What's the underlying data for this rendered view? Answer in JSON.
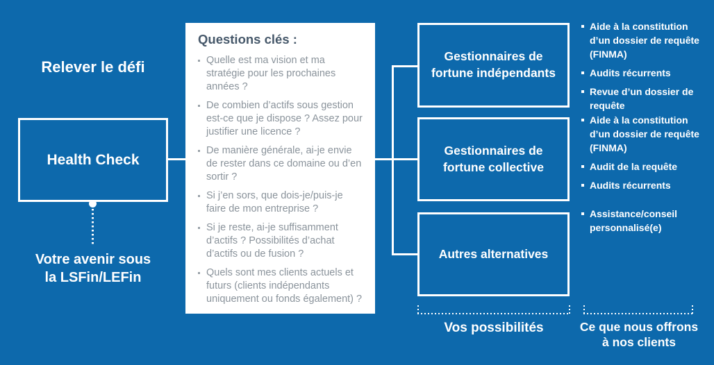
{
  "colors": {
    "background": "#0d69ac",
    "line": "#ffffff",
    "panel_background": "#ffffff",
    "panel_heading_text": "#46586a",
    "panel_body_text": "#8a939b",
    "white_text": "#ffffff"
  },
  "left_column": {
    "title": "Relever le défi",
    "health_check_label": "Health Check",
    "caption": "Votre avenir sous la LSFin/LEFin"
  },
  "questions_panel": {
    "heading": "Questions clés :",
    "items": [
      "Quelle est ma vision et ma stratégie pour les prochaines années ?",
      "De combien d’actifs sous gestion est-ce que je dispose ? Assez pour justifier une licence ?",
      "De manière générale, ai-je envie de rester dans ce domaine ou d’en sortir ?",
      "Si j’en sors, que dois-je/puis-je faire de mon entreprise ?",
      "Si je reste, ai-je suffisamment d’actifs ? Possibilités d’achat d’actifs ou de fusion ?",
      "Quels sont mes clients actuels et futurs (clients indépendants uniquement ou fonds également) ?"
    ]
  },
  "branches": [
    {
      "box_label": "Gestionnaires de fortune indépendants",
      "offers": [
        "Aide à la constitution d’un dossier de requête (FINMA)",
        "Audits récurrents",
        "Revue d’un dossier de requête"
      ]
    },
    {
      "box_label": "Gestionnaires de fortune collective",
      "offers": [
        "Aide à la constitution d’un dossier de requête (FINMA)",
        "Audit de la requête",
        "Audits récurrents"
      ]
    },
    {
      "box_label": "Autres alternatives",
      "offers": [
        "Assistance/conseil personnalisé(e)"
      ]
    }
  ],
  "footer": {
    "possibilities_label": "Vos possibilités",
    "offers_label": "Ce que nous offrons à nos clients"
  }
}
